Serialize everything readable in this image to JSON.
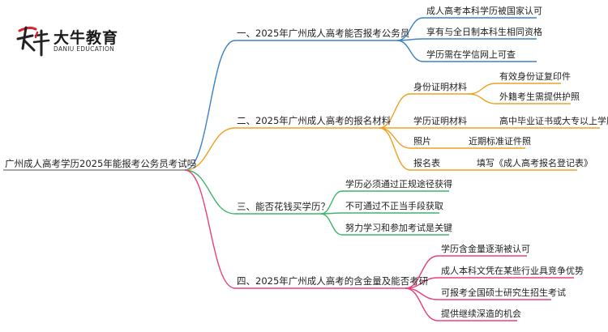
{
  "logo": {
    "name": "大牛教育",
    "sub": "DANIU EDUCATION",
    "mark_glyph": "大牛"
  },
  "colors": {
    "blue": "#3b82c8",
    "orange": "#f0a020",
    "green": "#3db56a",
    "pink": "#e8407a",
    "root_line": "#8a8a8a"
  },
  "root": "广州成人高考学历2025年能报考公务员考试吗",
  "branches": [
    {
      "label": "一、2025年广州成人高考能否报考公务员",
      "color": "#3b82c8",
      "children": [
        {
          "label": "成人高考本科学历被国家认可"
        },
        {
          "label": "享有与全日制本科生相同资格"
        },
        {
          "label": "学历需在学信网上可查"
        }
      ]
    },
    {
      "label": "二、2025年广州成人高考的报名材料",
      "color": "#f0a020",
      "children": [
        {
          "label": "身份证明材料",
          "children": [
            "有效身份证复印件",
            "外籍考生需提供护照"
          ]
        },
        {
          "label": "学历证明材料",
          "children": [
            "高中毕业证书或大专以上学历"
          ]
        },
        {
          "label": "照片",
          "children": [
            "近期标准证件照"
          ]
        },
        {
          "label": "报名表",
          "children": [
            "填写《成人高考报名登记表》"
          ]
        }
      ]
    },
    {
      "label": "三、能否花钱买学历？",
      "color": "#3db56a",
      "children": [
        {
          "label": "学历必须通过正规途径获得"
        },
        {
          "label": "不可通过不正当手段获取"
        },
        {
          "label": "努力学习和参加考试是关键"
        }
      ]
    },
    {
      "label": "四、2025年广州成人高考的含金量及能否考研",
      "color": "#e8407a",
      "children": [
        {
          "label": "学历含金量逐渐被认可"
        },
        {
          "label": "成人本科文凭在某些行业具竞争优势"
        },
        {
          "label": "可报考全国硕士研究生招生考试"
        },
        {
          "label": "提供继续深造的机会"
        }
      ]
    }
  ]
}
